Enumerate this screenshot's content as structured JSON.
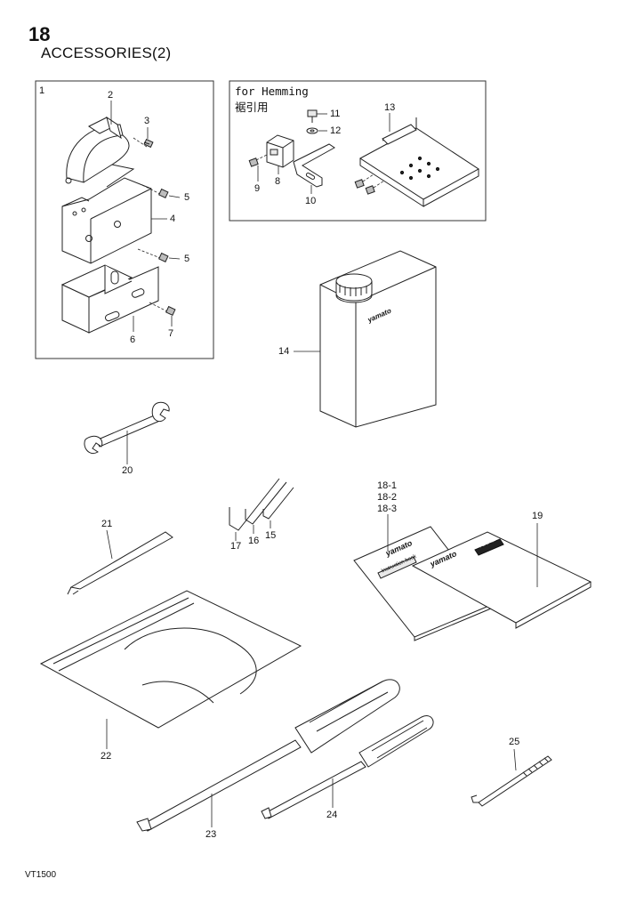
{
  "header": {
    "page_number": "18",
    "title": "ACCESSORIES(2)"
  },
  "hemming_group": {
    "label_en": "for Hemming",
    "label_jp": "裾引用"
  },
  "footer": {
    "code": "VT1500"
  },
  "callouts": {
    "c1": "1",
    "c2": "2",
    "c3": "3",
    "c4": "4",
    "c5a": "5",
    "c5b": "5",
    "c6": "6",
    "c7": "7",
    "c8": "8",
    "c9": "9",
    "c10": "10",
    "c11": "11",
    "c12": "12",
    "c13": "13",
    "c14": "14",
    "c15": "15",
    "c16": "16",
    "c17": "17",
    "c18_1": "18-1",
    "c18_2": "18-2",
    "c18_3": "18-3",
    "c19": "19",
    "c20": "20",
    "c21": "21",
    "c22": "22",
    "c23": "23",
    "c24": "24",
    "c25": "25"
  },
  "printed_marks": {
    "bottle_brand": "yamato",
    "manual_brand": "yamato",
    "manual_cover": "Instruction book",
    "parts_list_brand": "yamato",
    "parts_list_cover": "Parts list"
  }
}
